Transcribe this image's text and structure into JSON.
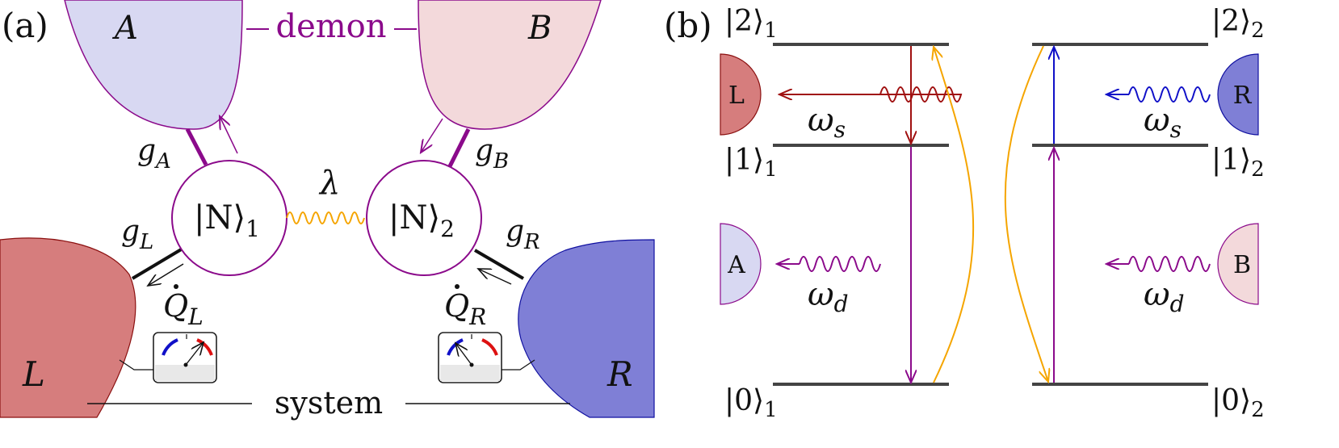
{
  "panel_a": {
    "label": "(a)",
    "bath_a": "A",
    "bath_b": "B",
    "demon": "demon",
    "system": "system",
    "bath_l": "L",
    "bath_r": "R",
    "coupling_a": {
      "sym": "g",
      "sub": "A"
    },
    "coupling_b": {
      "sym": "g",
      "sub": "B"
    },
    "coupling_l": {
      "sym": "g",
      "sub": "L"
    },
    "coupling_r": {
      "sym": "g",
      "sub": "R"
    },
    "lambda": "λ",
    "node1": {
      "text": "|N⟩",
      "sub": "1"
    },
    "node2": {
      "text": "|N⟩",
      "sub": "2"
    },
    "heat_l": {
      "sym": "Q",
      "sub": "L"
    },
    "heat_r": {
      "sym": "Q",
      "sub": "R"
    }
  },
  "panel_b": {
    "label": "(b)",
    "levels_left": [
      {
        "ket": "|2⟩",
        "sub": "1"
      },
      {
        "ket": "|1⟩",
        "sub": "1"
      },
      {
        "ket": "|0⟩",
        "sub": "1"
      }
    ],
    "levels_right": [
      {
        "ket": "|2⟩",
        "sub": "2"
      },
      {
        "ket": "|1⟩",
        "sub": "2"
      },
      {
        "ket": "|0⟩",
        "sub": "2"
      }
    ],
    "bath_l": "L",
    "bath_r": "R",
    "bath_a": "A",
    "bath_b": "B",
    "omega_s_left": {
      "sym": "ω",
      "sub": "s"
    },
    "omega_s_right": {
      "sym": "ω",
      "sub": "s"
    },
    "omega_d_left": {
      "sym": "ω",
      "sub": "d"
    },
    "omega_d_right": {
      "sym": "ω",
      "sub": "d"
    }
  },
  "colors": {
    "bath_a": "#d8d8f2",
    "bath_b": "#f3d9db",
    "bath_l": "#d67d7d",
    "bath_r": "#7f7fd6",
    "purple": "#8b0a8b",
    "orange": "#f5a500",
    "dark_red": "#a01010",
    "blue": "#1010c8"
  }
}
